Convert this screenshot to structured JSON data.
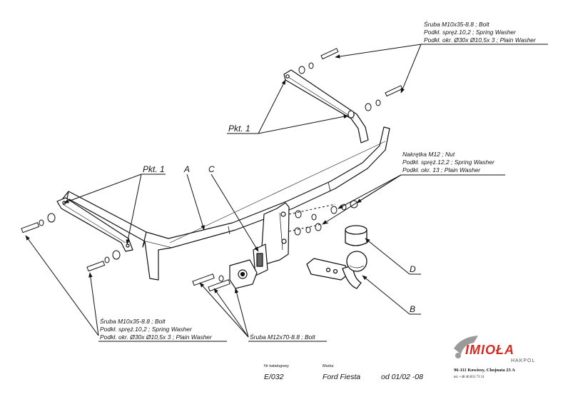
{
  "callouts": {
    "top_right": {
      "line1": "Śruba M10x35-8.8 ;  Bolt",
      "line2": "Podkł. spręż.10,2 ; Spring Washer",
      "line3": "Podkł. okr.  Ø30x Ø10,5x 3 ; Plain Washer"
    },
    "nut_group": {
      "line1": "Nakrętka  M12 ; Nut",
      "line2": "Podkł. spręż.12,2 ; Spring Washer",
      "line3": "Podkł. okr. 13 ; Plain Washer"
    },
    "bottom_left": {
      "line1": "Śruba M10x35-8.8 ;  Bolt",
      "line2": "Podkł. spręż.10,2 ; Spring Washer",
      "line3": "Podkł. okr.  Ø30x Ø10,5x 3 ; Plain Washer"
    },
    "bolt_m12": "Śruba M12x70-8.8 ;  Bolt"
  },
  "part_labels": {
    "pkt1_top": "Pkt. 1",
    "pkt1_left": "Pkt. 1",
    "a": "A",
    "c": "C",
    "d": "D",
    "b": "B"
  },
  "footer": {
    "catalog_header": "Nr katalogowy",
    "brand_header": "Marka",
    "catalog_no": "E/032",
    "car_model": "Ford Fiesta",
    "date_range": "od 01/02 -08"
  },
  "company": {
    "logo_text": "IMIOŁA",
    "logo_sub": "HAKPOL",
    "address": "96-111 Kowiesy, Chojnata 23 A",
    "phone": "tel. +48 46 831 73 31"
  },
  "colors": {
    "line": "#111111",
    "logo_red": "#d42a1f",
    "logo_gray": "#9a9a9a"
  }
}
